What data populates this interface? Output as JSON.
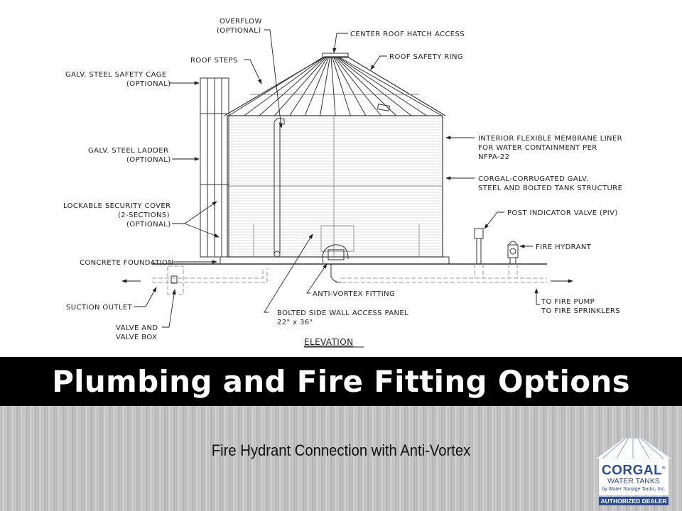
{
  "diagram": {
    "labels": {
      "overflow": "OVERFLOW",
      "overflow_opt": "(OPTIONAL)",
      "center_hatch": "CENTER ROOF HATCH ACCESS",
      "roof_steps": "ROOF STEPS",
      "roof_ring": "ROOF SAFETY RING",
      "cage": "GALV. STEEL SAFETY CAGE",
      "cage_opt": "(OPTIONAL)",
      "liner_1": "INTERIOR FLEXIBLE MEMBRANE LINER",
      "liner_2": "FOR WATER CONTAINMENT PER",
      "liner_3": "NFPA-22",
      "ladder": "GALV. STEEL LADDER",
      "ladder_opt": "(OPTIONAL)",
      "corgal_1": "CORGAL-CORRUGATED GALV.",
      "corgal_2": "STEEL AND BOLTED TANK STRUCTURE",
      "cover_1": "LOCKABLE SECURITY COVER",
      "cover_2": "(2-SECTIONS)",
      "cover_3": "(OPTIONAL)",
      "piv": "POST INDICATOR VALVE (PIV)",
      "hydrant": "FIRE HYDRANT",
      "foundation": "CONCRETE FOUNDATION",
      "anti_vortex": "ANTI-VORTEX FITTING",
      "suction": "SUCTION OUTLET",
      "pump_1": "TO FIRE PUMP",
      "pump_2": "TO FIRE SPRINKLERS",
      "panel_1": "BOLTED SIDE WALL ACCESS PANEL",
      "panel_2": "22\" x 36\"",
      "valve_1": "VALVE AND",
      "valve_2": "VALVE BOX",
      "elevation": "ELEVATION"
    }
  },
  "title": "Plumbing and Fire Fitting Options",
  "subtitle": "Fire Hydrant Connection with Anti-Vortex",
  "logo": {
    "brand": "CORGAL",
    "reg": "®",
    "line2": "WATER TANKS",
    "line3": "by Water Storage Tanks, Inc.",
    "dealer": "AUTHORIZED DEALER"
  },
  "colors": {
    "band": "#000000",
    "logo_blue": "#2b4c9a"
  }
}
